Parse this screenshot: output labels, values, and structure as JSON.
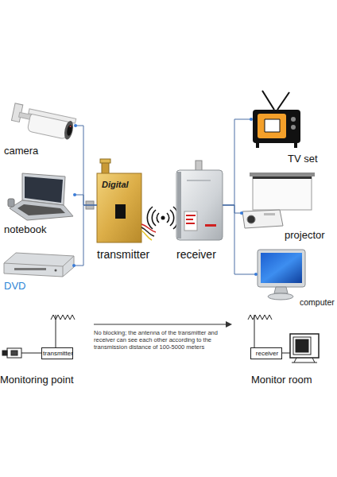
{
  "diagram": {
    "nodes": [
      {
        "text": [
          "camera"
        ]
      },
      {
        "text": [
          "notebook"
        ]
      },
      {
        "text": [
          "DVD"
        ]
      },
      {
        "text": [
          "Digital",
          "transmitter"
        ]
      },
      {
        "text": [
          "receiver"
        ]
      },
      {
        "text": [
          "TV set"
        ]
      },
      {
        "text": [
          "projector"
        ]
      },
      {
        "text": [
          "computer"
        ]
      },
      {
        "text": [
          "transmitter"
        ]
      },
      {
        "text": [
          "receiver"
        ]
      }
    ],
    "edges": [
      {
        "from": 0,
        "to": 3,
        "arrow": "none"
      },
      {
        "from": 1,
        "to": 3,
        "arrow": "none"
      },
      {
        "from": 2,
        "to": 3,
        "arrow": "none"
      },
      {
        "from": 4,
        "to": 5,
        "arrow": "none"
      },
      {
        "from": 4,
        "to": 6,
        "arrow": "none"
      },
      {
        "from": 4,
        "to": 7,
        "arrow": "none"
      }
    ],
    "labels": [
      "No blocking; the antenna of the transmitter and receiver can see each other according to the transmission distance of 100-5000 meters",
      "Monitoring point",
      "Monitor room"
    ]
  }
}
